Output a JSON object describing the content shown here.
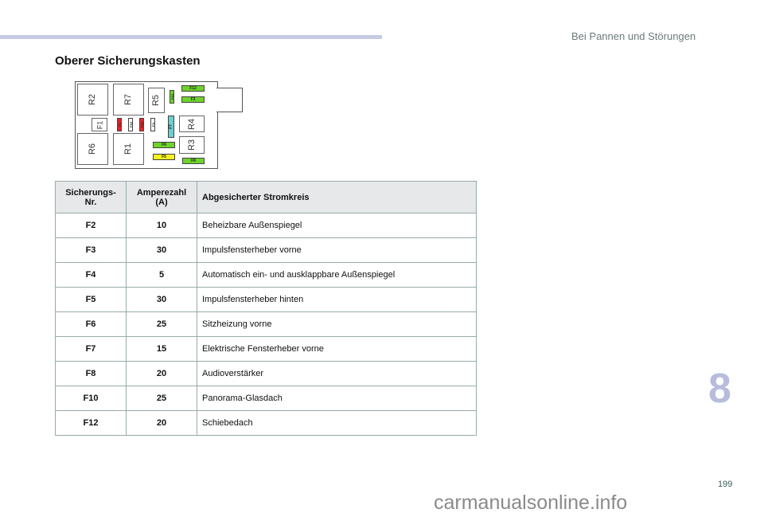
{
  "header": {
    "chapter": "Bei Pannen und Störungen"
  },
  "title": "Oberer Sicherungskasten",
  "diagram": {
    "relays": {
      "r2": "R2",
      "r7": "R7",
      "r5": "R5",
      "r4": "R4",
      "r6": "R6",
      "r1": "R1",
      "r3": "R3"
    },
    "fuses": {
      "f1": "F1",
      "f12": "F12",
      "f3": "F3",
      "f13": "F13",
      "f2": "F2",
      "f10": "F10",
      "f11": "F11",
      "f4": "F4",
      "f7": "F7",
      "f6": "F6",
      "f5": "F5",
      "f8": "F8"
    },
    "colors": {
      "green": "#6ed32a",
      "red": "#e0262a",
      "cyan": "#6ccfcf",
      "yellow": "#f2f21c",
      "white": "#ffffff"
    }
  },
  "table": {
    "headers": [
      "Sicherungs-\nNr.",
      "Amperezahl\n(A)",
      "Abgesicherter Stromkreis"
    ],
    "rows": [
      {
        "nr": "F2",
        "a": "10",
        "circuit": "Beheizbare Außenspiegel"
      },
      {
        "nr": "F3",
        "a": "30",
        "circuit": "Impulsfensterheber vorne"
      },
      {
        "nr": "F4",
        "a": "5",
        "circuit": "Automatisch ein- und ausklappbare Außenspiegel"
      },
      {
        "nr": "F5",
        "a": "30",
        "circuit": "Impulsfensterheber hinten"
      },
      {
        "nr": "F6",
        "a": "25",
        "circuit": "Sitzheizung vorne"
      },
      {
        "nr": "F7",
        "a": "15",
        "circuit": "Elektrische Fensterheber vorne"
      },
      {
        "nr": "F8",
        "a": "20",
        "circuit": "Audioverstärker"
      },
      {
        "nr": "F10",
        "a": "25",
        "circuit": "Panorama-Glasdach"
      },
      {
        "nr": "F12",
        "a": "20",
        "circuit": "Schiebedach"
      }
    ]
  },
  "chapter_number": "8",
  "page_number": "199",
  "watermark": "carmanualsonline.info"
}
